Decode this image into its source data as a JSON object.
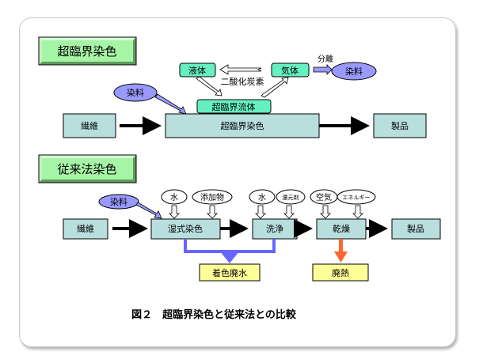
{
  "section_supercritical": {
    "title": "超臨界染色",
    "fiber": "繊維",
    "process": "超臨界染色",
    "product": "製品",
    "dye": "染料",
    "fluid": "超臨界流体",
    "liquid": "液体",
    "gas": "気体",
    "co2": "二酸化炭素",
    "separation": "分離",
    "separated_dye": "染料"
  },
  "section_conventional": {
    "title": "従来法染色",
    "fiber": "繊維",
    "dye": "染料",
    "wet_dyeing": "湿式染色",
    "washing": "洗浄",
    "drying": "乾燥",
    "product": "製品",
    "inputs": {
      "water1": "水",
      "additive": "添加物",
      "water2": "水",
      "reducer": "還元剤",
      "air": "空気",
      "energy": "エネルギー"
    },
    "colored_wastewater": "着色廃水",
    "waste_heat": "廃熱"
  },
  "caption": "図２　超臨界染色と従来法との比較",
  "colors": {
    "title_box": "#a6f5a6",
    "process_box": "#b9dede",
    "fluid_box": "#66f0c2",
    "dye_ellipse": "#9999ff",
    "waste_box": "#ffff99",
    "wastewater_arrow": "#6666ff",
    "heat_arrow": "#ff6633"
  }
}
